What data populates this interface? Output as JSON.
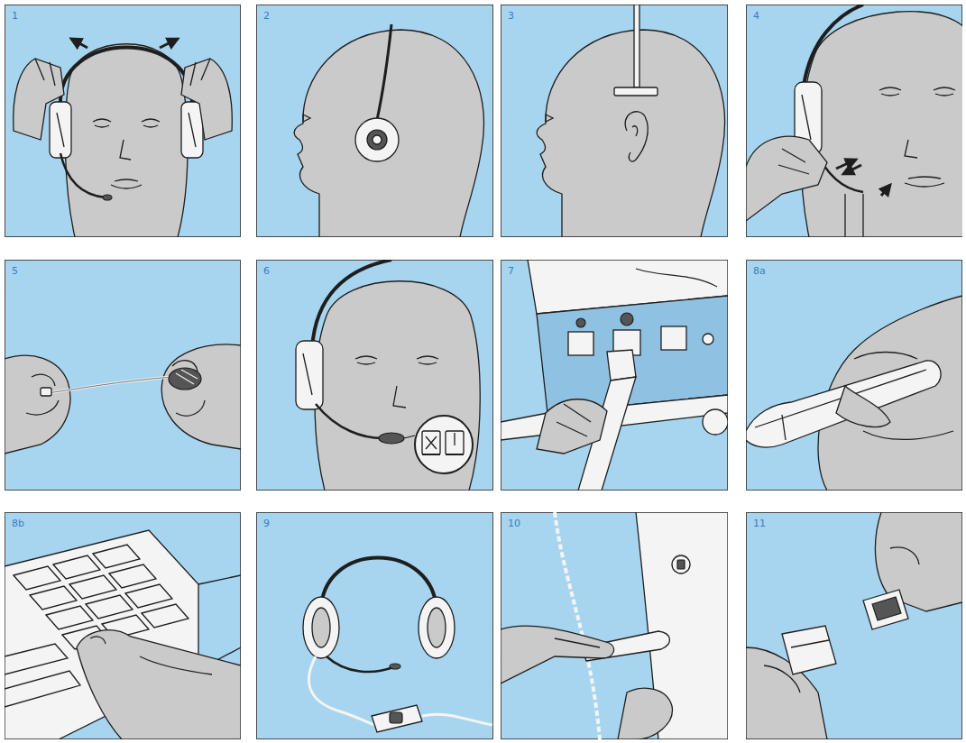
{
  "diagram": {
    "nodes": [
      {
        "text": [
          "1"
        ]
      },
      {
        "text": [
          "2"
        ]
      },
      {
        "text": [
          "3"
        ]
      },
      {
        "text": [
          "4"
        ]
      },
      {
        "text": [
          "5"
        ]
      },
      {
        "text": [
          "6"
        ]
      },
      {
        "text": [
          "7"
        ]
      },
      {
        "text": [
          "8a"
        ]
      },
      {
        "text": [
          "8b"
        ]
      },
      {
        "text": [
          "9"
        ]
      },
      {
        "text": [
          "10"
        ]
      },
      {
        "text": [
          "11"
        ]
      }
    ]
  }
}
